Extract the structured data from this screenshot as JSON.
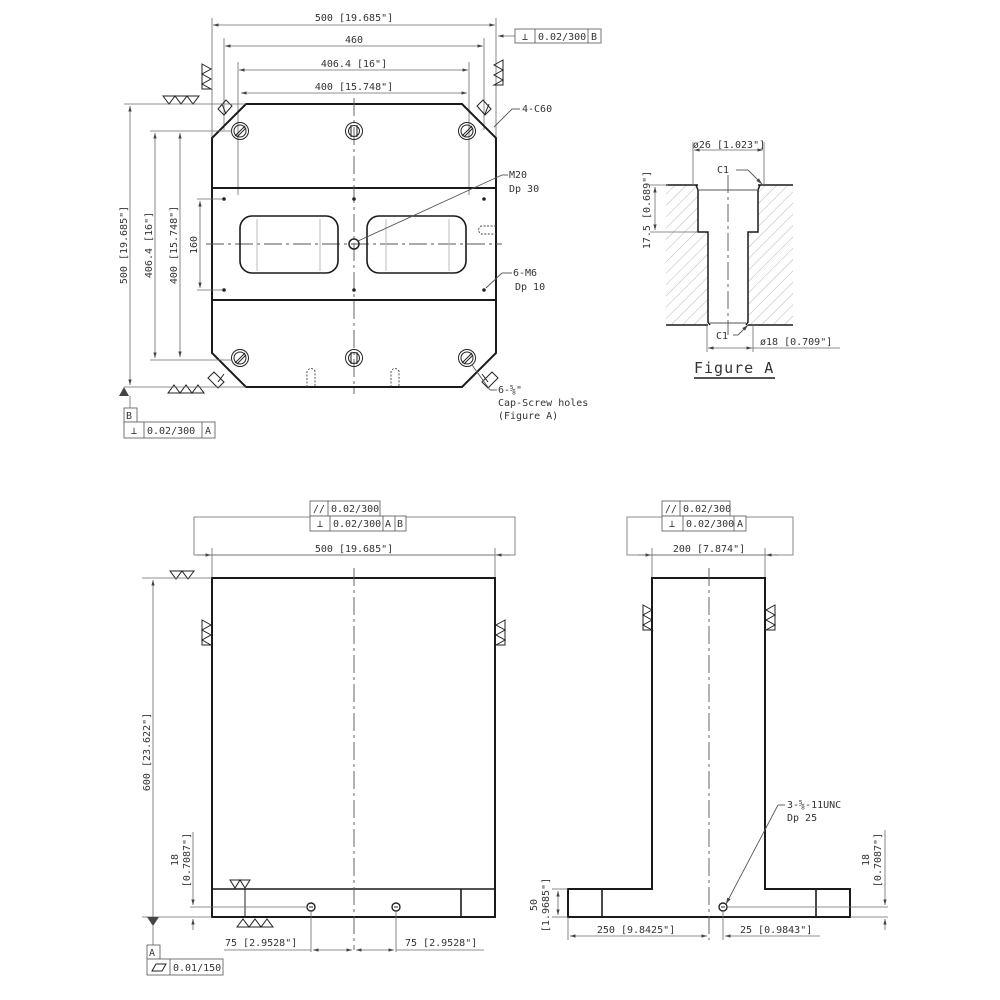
{
  "drawing": {
    "top_view": {
      "dims": {
        "overall_width": "500 [19.685\"]",
        "width_460": "460",
        "width_406": "406.4 [16\"]",
        "width_400": "400 [15.748\"]",
        "overall_height": "500 [19.685\"]",
        "height_406": "406.4 [16\"]",
        "height_400": "400 [15.748\"]",
        "height_160": "160"
      },
      "callouts": {
        "chamfer": "4-C60",
        "m20_line1": "M20",
        "m20_line2": "Dp 30",
        "m6_line1": "6-M6",
        "m6_line2": "Dp 10",
        "cap_line1": "6-⅝\"",
        "cap_line2": "Cap-Screw holes",
        "cap_line3": "(Figure A)"
      },
      "fcf_top_right": {
        "symbol": "⊥",
        "tolerance": "0.02/300",
        "datum": "B"
      },
      "datum_b": {
        "label": "B",
        "fcf": {
          "symbol": "⊥",
          "tolerance": "0.02/300",
          "datum": "A"
        }
      }
    },
    "figure_a": {
      "title": "Figure A",
      "dia_top": "ø26 [1.023\"]",
      "dia_bottom": "ø18 [0.709\"]",
      "depth": "17.5 [0.689\"]",
      "chamfer_top": "C1",
      "chamfer_bottom": "C1"
    },
    "front_view": {
      "fcf_row1": {
        "symbol": "//",
        "tolerance": "0.02/300"
      },
      "fcf_row2": {
        "symbol": "⊥",
        "tolerance": "0.02/300",
        "datum1": "A",
        "datum2": "B"
      },
      "width": "500 [19.685\"]",
      "height": "600 [23.622\"]",
      "hole_height_val": "18",
      "hole_height_in": "[0.7087\"]",
      "hole_left": "75 [2.9528\"]",
      "hole_right": "75 [2.9528\"]",
      "datum_a": {
        "label": "A",
        "fcf": {
          "symbol": "▱",
          "tolerance": "0.01/150"
        }
      }
    },
    "side_view": {
      "fcf_row1": {
        "symbol": "//",
        "tolerance": "0.02/300"
      },
      "fcf_row2": {
        "symbol": "⊥",
        "tolerance": "0.02/300",
        "datum": "A"
      },
      "width": "200 [7.874\"]",
      "base_height_val": "50",
      "base_height_in": "[1.9685\"]",
      "hole_height_val": "18",
      "hole_height_in": "[0.7087\"]",
      "base_half_length": "250 [9.8425\"]",
      "hole_offset": "25 [0.9843\"]",
      "thread_line1": "3-⅝-11UNC",
      "thread_line2": "Dp 25"
    }
  }
}
